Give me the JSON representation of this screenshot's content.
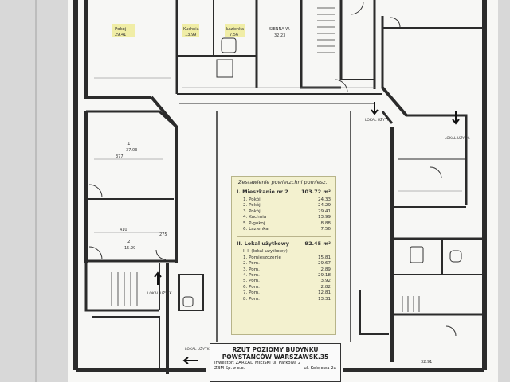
{
  "rooms": {
    "top_left": {
      "name": "Pokój",
      "area": "29.41"
    },
    "top_mid_a": {
      "name": "Kuchnia",
      "area": "13.99"
    },
    "top_mid_b": {
      "name": "Łazienka",
      "area": "7.56"
    },
    "top_mid_c": {
      "name": "SIENNA W.",
      "area": "32.23"
    },
    "left_upper": {
      "name": "1",
      "area": "37.03"
    },
    "left_upper_dim": "377",
    "left_mid_dim_a": "410",
    "left_mid_dim_b": "275",
    "left_mid_num": "2",
    "left_mid_area": "15.29",
    "right_lower_area": "32.91"
  },
  "entrance_labels": {
    "left": "LOKAL UŻYTK.",
    "right_top": "LOKAL UŻYTK.",
    "right_side": "LOKAL UŻYTK.",
    "bottom_left": "LOKAL UŻYTK."
  },
  "legend": {
    "title": "Zestawienie powierzchni pomiesz.",
    "section1": {
      "heading": "I. Mieszkanie nr 2",
      "total": "103.72 m²",
      "rows": [
        {
          "label": "1. Pokój",
          "value": "24.33"
        },
        {
          "label": "2. Pokój",
          "value": "24.29"
        },
        {
          "label": "3. Pokój",
          "value": "29.41"
        },
        {
          "label": "4. Kuchnia",
          "value": "13.99"
        },
        {
          "label": "5. P-gokoj",
          "value": "8.88"
        },
        {
          "label": "6. Łazienka",
          "value": "7.56"
        }
      ]
    },
    "section2": {
      "heading": "II. Lokal użytkowy",
      "total": "92.45 m²",
      "rows": [
        {
          "label": "I. II (lokal użytkowy)",
          "value": ""
        },
        {
          "label": "1. Pomieszczenie",
          "value": "15.81"
        },
        {
          "label": "2. Pom.",
          "value": "29.67"
        },
        {
          "label": "3. Pom.",
          "value": "2.89"
        },
        {
          "label": "4. Pom.",
          "value": "29.18"
        },
        {
          "label": "5. Pom.",
          "value": "3.92"
        },
        {
          "label": "6. Pom.",
          "value": "2.82"
        },
        {
          "label": "7. Pom.",
          "value": "12.81"
        },
        {
          "label": "8. Pom.",
          "value": "13.31"
        }
      ]
    }
  },
  "title_block": {
    "line1": "RZUT POZIOMY BUDYNKU",
    "line2": "POWSTAŃCÓW WARSZAWSK.35",
    "inv": "Inwestor: ZARZĄD MIEJSKI ul. Parkowa 2",
    "zbm": "ZBM Sp. z o.o.",
    "addr": "ul. Kolejowa 2a"
  }
}
